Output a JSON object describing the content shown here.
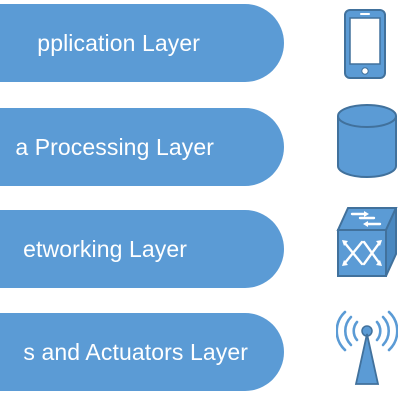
{
  "layers": [
    {
      "label": "pplication Layer",
      "icon": "smartphone-icon"
    },
    {
      "label": "a Processing Layer",
      "icon": "database-icon"
    },
    {
      "label": "etworking Layer",
      "icon": "network-switch-icon"
    },
    {
      "label": "s and Actuators Layer",
      "icon": "wireless-antenna-icon"
    }
  ],
  "colors": {
    "layer_fill": "#5b9bd5",
    "icon_fill": "#5b9bd5",
    "icon_stroke": "#41719c",
    "label_text": "#ffffff"
  }
}
